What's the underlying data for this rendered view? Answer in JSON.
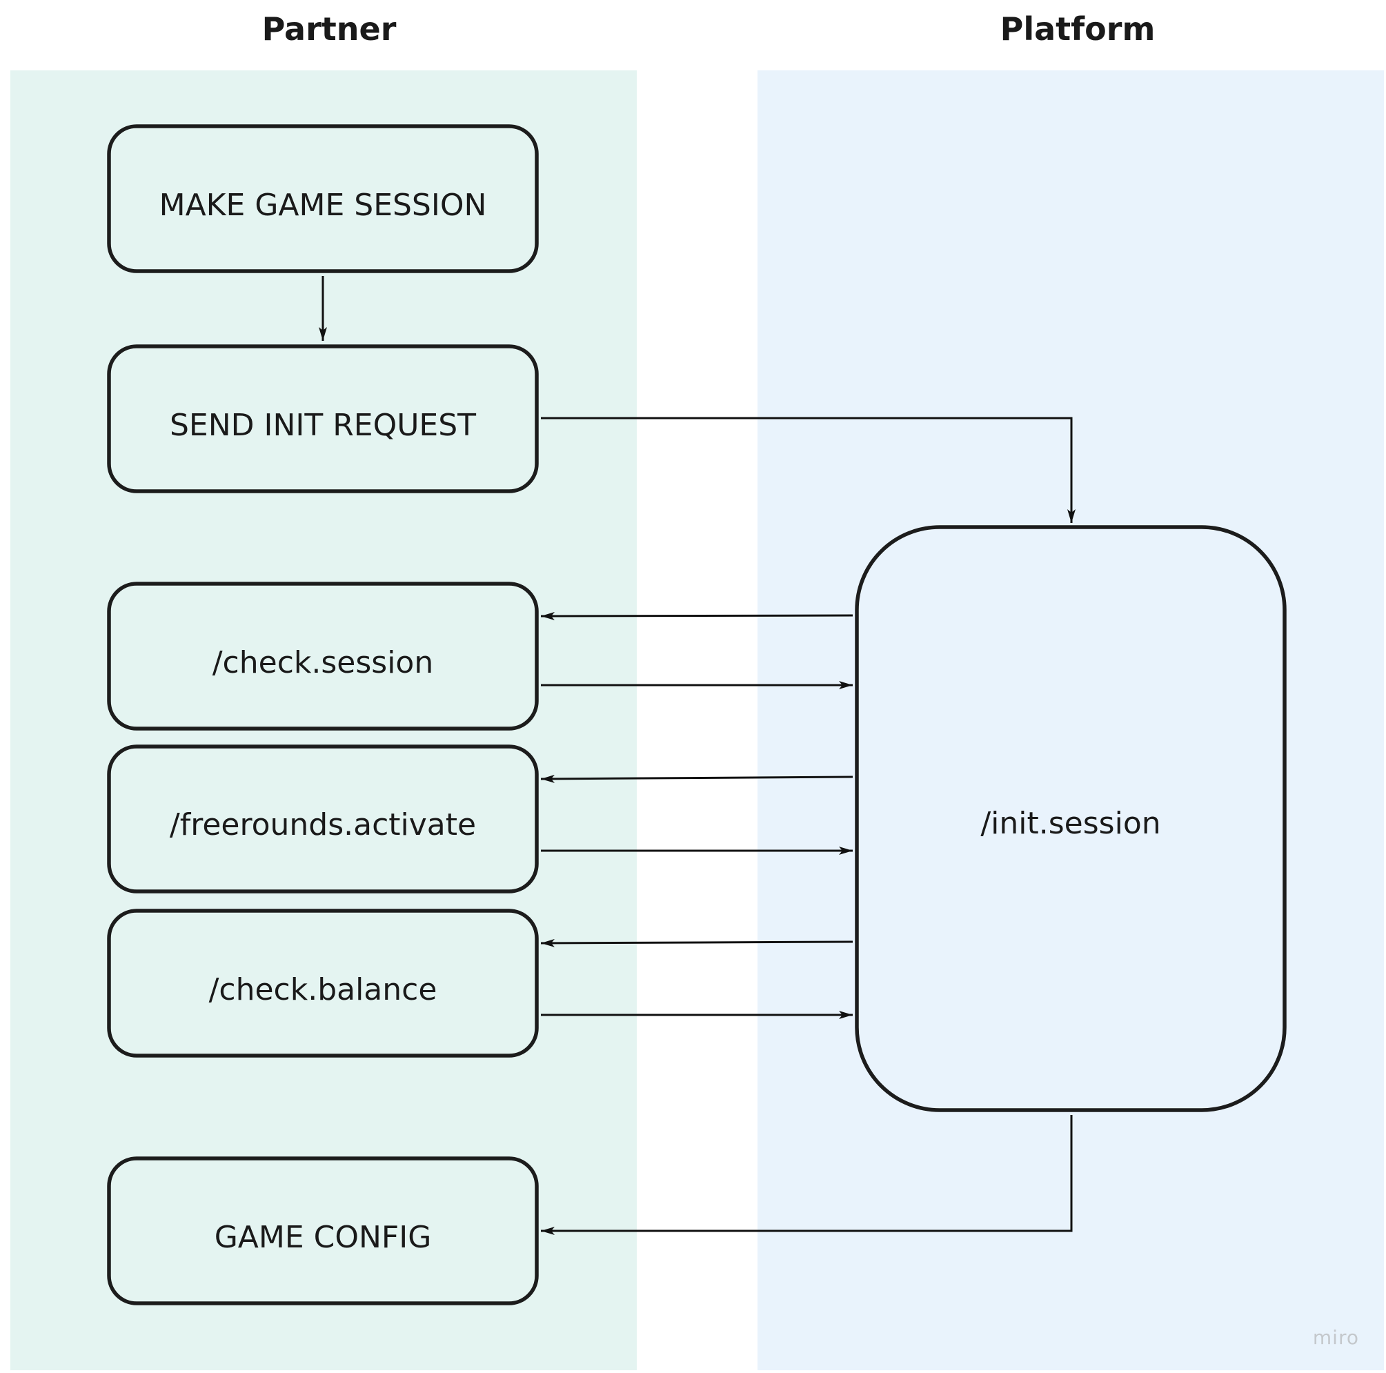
{
  "lanes": {
    "partner": {
      "title": "Partner",
      "color": "#e4f4f1"
    },
    "platform": {
      "title": "Platform",
      "color": "#e9f3fc"
    }
  },
  "nodes": {
    "make_game_session": "MAKE GAME SESSION",
    "send_init_request": "SEND INIT REQUEST",
    "check_session": "/check.session",
    "freerounds_activate": "/freerounds.activate",
    "check_balance": "/check.balance",
    "game_config": "GAME CONFIG",
    "init_session": "/init.session"
  },
  "watermark": "miro",
  "colors": {
    "node_fill_partner": "#e4f4f1",
    "node_fill_platform": "#e9f3fc",
    "stroke": "#1c1c1c"
  }
}
